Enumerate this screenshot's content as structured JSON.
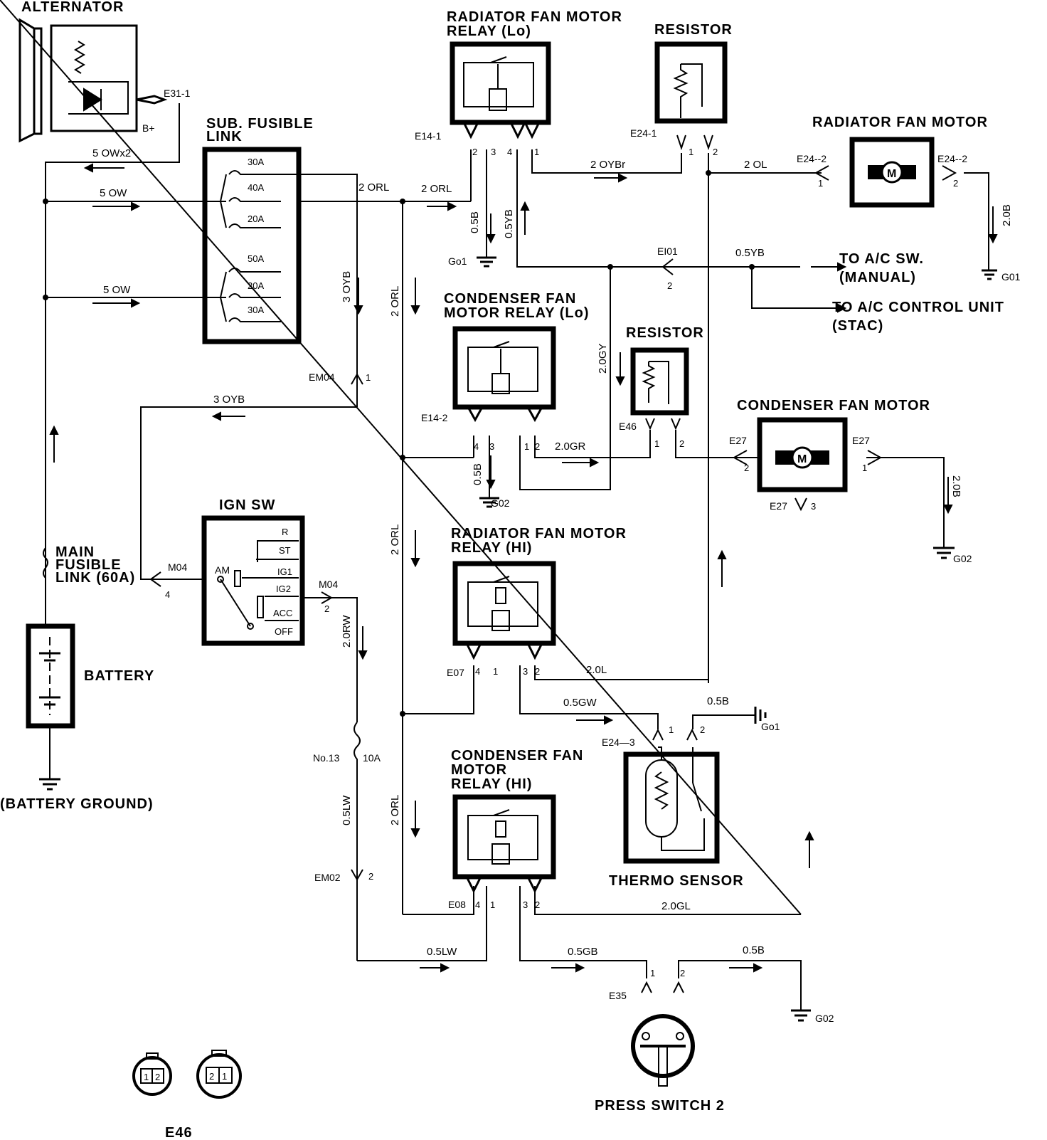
{
  "components": {
    "alternator": "ALTERNATOR",
    "sub_fusible_link": [
      "SUB. FUSIBLE",
      "LINK"
    ],
    "fuses": [
      "30A",
      "40A",
      "20A",
      "50A",
      "20A",
      "30A"
    ],
    "radiator_relay_lo": [
      "RADIATOR FAN MOTOR",
      "RELAY (Lo)"
    ],
    "resistor_1": "RESISTOR",
    "radiator_fan_motor": "RADIATOR FAN MOTOR",
    "condenser_relay_lo": [
      "CONDENSER FAN",
      "MOTOR RELAY (Lo)"
    ],
    "resistor_2": "RESISTOR",
    "condenser_fan_motor": "CONDENSER FAN MOTOR",
    "ign_sw": "IGN SW",
    "ign_positions": [
      "R",
      "ST",
      "IG1",
      "IG2",
      "ACC",
      "OFF"
    ],
    "ign_am": "AM",
    "main_fusible_link": [
      "MAIN",
      "FUSIBLE",
      "LINK (60A)"
    ],
    "battery": "BATTERY",
    "battery_ground": "(BATTERY GROUND)",
    "radiator_relay_hi": [
      "RADIATOR FAN MOTOR",
      "RELAY (HI)"
    ],
    "condenser_relay_hi": [
      "CONDENSER FAN",
      "MOTOR",
      "RELAY (HI)"
    ],
    "thermo_sensor": "THERMO SENSOR",
    "press_switch": "PRESS SWITCH 2",
    "to_ac_sw": [
      "TO A/C SW.",
      "(MANUAL)"
    ],
    "to_ac_control": [
      "TO A/C CONTROL UNIT",
      "(STAC)"
    ],
    "fuse_no13": "No.13",
    "fuse_10a": "10A",
    "motor_symbol": "M",
    "e46_caption": "E46",
    "e46_pins_left": [
      "1",
      "2"
    ],
    "e46_pins_right": [
      "2",
      "1"
    ]
  },
  "wires": {
    "w_5owx2": "5 OWx2",
    "w_5ow_a": "5 OW",
    "w_5ow_b": "5 OW",
    "w_2orl_a": "2 ORL",
    "w_2orl_b": "2 ORL",
    "w_2orl_v1": "2 ORL",
    "w_2orl_v2": "2 ORL",
    "w_2orl_v3": "2 ORL",
    "w_3oyb_v": "3 OYB",
    "w_3oyb_h": "3 OYB",
    "w_05b_a": "0.5B",
    "w_05yb_v": "0.5YB",
    "w_2oybr": "2 OYBr",
    "w_2ol_a": "2 OL",
    "w_2ob_a": "2.0B",
    "w_05yb_h": "0.5YB",
    "w_2ogy": "2.0GY",
    "w_2ogr": "2.0GR",
    "w_05b_b": "0.5B",
    "w_2ob_b": "2.0B",
    "w_2ol_b": "2.0L",
    "w_05gw": "0.5GW",
    "w_05b_c": "0.5B",
    "w_2orw": "2.0RW",
    "w_05lw_v": "0.5LW",
    "w_05lw_h": "0.5LW",
    "w_05gb": "0.5GB",
    "w_05b_d": "0.5B",
    "w_2ogl": "2.0GL"
  },
  "connectors": {
    "e31_1": "E31-1",
    "b_plus": "B+",
    "e14_1": "E14-1",
    "e24_1": "E24-1",
    "e24_2a": "E24--2",
    "e24_2b": "E24--2",
    "ei01": "EI01",
    "em04": "EM04",
    "e14_2": "E14-2",
    "e46": "E46",
    "e27_a": "E27",
    "e27_b": "E27",
    "e27_c": "E27",
    "m04_a": "M04",
    "m04_b": "M04",
    "e07": "E07",
    "e24_3": "E24—3",
    "em02": "EM02",
    "e08": "E08",
    "e35": "E35"
  },
  "grounds": {
    "go1_a": "Go1",
    "g01": "G01",
    "g02_a": "G02",
    "g02_b": "G02",
    "go1_b": "Go1",
    "g02_c": "G02"
  }
}
